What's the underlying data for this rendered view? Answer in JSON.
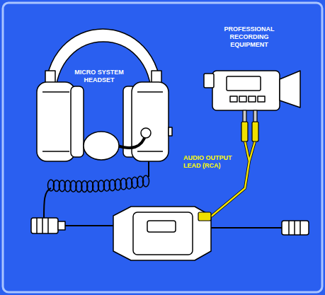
{
  "diagram": {
    "labels": [
      "MICRO SYSTEM HEADSET",
      "PROFESSIONAL RECORDING EQUIPMENT",
      "AUDIO OUTPUT LEAD (RCA)"
    ]
  }
}
